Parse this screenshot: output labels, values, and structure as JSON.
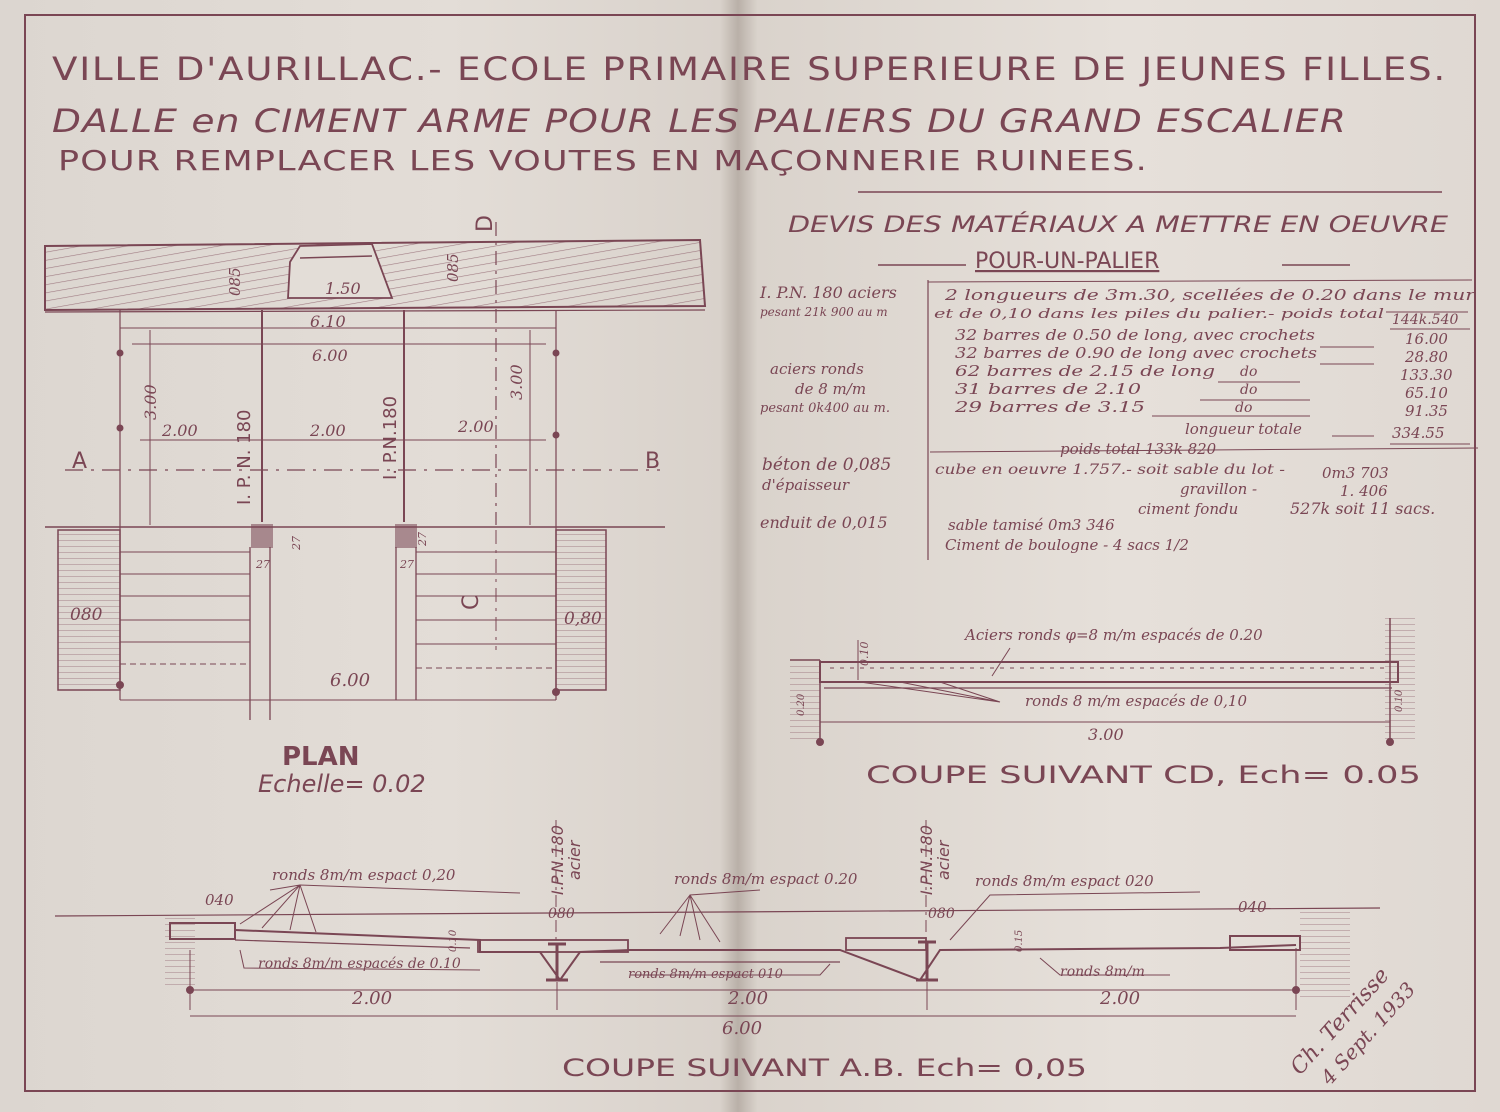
{
  "title": {
    "line1": "VILLE D'AURILLAC.- ECOLE PRIMAIRE SUPERIEURE DE JEUNES FILLES.",
    "line2": "DALLE en CIMENT ARME POUR LES PALIERS DU GRAND ESCALIER",
    "line3": "POUR REMPLACER LES VOUTES EN MAÇONNERIE RUINEES."
  },
  "plan": {
    "label": "PLAN",
    "scale": "Echelle= 0.02",
    "point_a": "A",
    "point_b": "B",
    "point_c": "C",
    "point_d": "D",
    "dims": {
      "opening": "1.50",
      "overall": "6.10",
      "inner": "6.00",
      "bay1": "2.00",
      "bay2": "2.00",
      "bay3": "2.00",
      "depth_left": "3.00",
      "depth_right": "3.00",
      "wall_top_left": "085",
      "wall_top_right": "085",
      "pier_left": "080",
      "pier_right": "0,80",
      "bottom": "6.00",
      "gap": "27",
      "col_left": "27",
      "col_mid": "27",
      "col_mid2": "27"
    },
    "beam_left": "I. P. N. 180",
    "beam_right": "I. P.N.180"
  },
  "devis": {
    "title1": "DEVIS DES MATÉRIAUX A METTRE EN OEUVRE",
    "title2": "POUR-UN-PALIER",
    "steel_label1": "I. P.N. 180 aciers",
    "steel_label2": "pesant 21k 900 au m",
    "steel_line1": "2 longueurs de 3m.30, scellées de 0.20 dans le mur",
    "steel_line2": "et de 0,10 dans les piles du palier.- poids total",
    "steel_total": "144k.540",
    "rebar_label1": "aciers ronds",
    "rebar_label2": "de 8 m/m",
    "rebar_label3": "pesant 0k400 au m.",
    "rebar_rows": [
      {
        "text": "32 barres de 0.50 de long, avec crochets",
        "value": "16.00"
      },
      {
        "text": "32 barres de 0.90 de long avec crochets",
        "value": "28.80"
      },
      {
        "text": "62 barres de 2.15 de long",
        "ditto": "do",
        "value": "133.30"
      },
      {
        "text": "31 barres de 2.10",
        "ditto": "do",
        "value": "65.10"
      },
      {
        "text": "29 barres de 3.15",
        "ditto": "do",
        "value": "91.35"
      }
    ],
    "rebar_length_label": "longueur totale",
    "rebar_length_value": "334.55",
    "rebar_weight": "poids total 133k 820",
    "concrete_label1": "béton de 0,085",
    "concrete_label2": "d'épaisseur",
    "concrete_line1": "cube en oeuvre 1.757.- soit sable du lot -",
    "concrete_sand": "0m3 703",
    "concrete_gravel_label": "gravillon -",
    "concrete_gravel": "1. 406",
    "concrete_cement_label": "ciment fondu",
    "concrete_cement": "527k soit 11 sacs.",
    "render_label": "enduit de 0,015",
    "render_line1": "sable tamisé 0m3 346",
    "render_line2": "Ciment de boulogne - 4 sacs 1/2"
  },
  "section_cd": {
    "label": "COUPE SUIVANT CD, Ech= 0.05",
    "note_top": "Aciers ronds φ=8 m/m espacés de 0.20",
    "note_bottom": "ronds 8 m/m espacés de 0,10",
    "thickness": "0.10",
    "span": "3.00",
    "bearing_left": "0.20",
    "bearing_right": "0.10"
  },
  "section_ab": {
    "label": "COUPE SUIVANT A.B. Ech= 0,05",
    "beam_left1": "I.P.N.180",
    "beam_left2": "acier",
    "beam_right1": "I.P.N.180",
    "beam_right2": "acier",
    "note1": "ronds 8m/m espact 0,20",
    "note2": "ronds 8m/m espact 0.20",
    "note3": "ronds 8m/m espact 020",
    "note4": "ronds 8m/m espacés de 0.10",
    "note5": "ronds 8m/m espact 010",
    "note6": "ronds 8m/m",
    "dim_left_top": "040",
    "dim_right_top": "040",
    "dim_080_left": "080",
    "dim_080_right": "080",
    "dim_010": "0.10",
    "dim_015": "0.15",
    "span1": "2.00",
    "span2": "2.00",
    "span3": "2.00",
    "overall": "6.00"
  },
  "signature": {
    "name": "Ch. Terrisse",
    "date": "4 Sept. 1933"
  },
  "colors": {
    "ink": "#7a4654",
    "paper": "#e3ddd7"
  }
}
